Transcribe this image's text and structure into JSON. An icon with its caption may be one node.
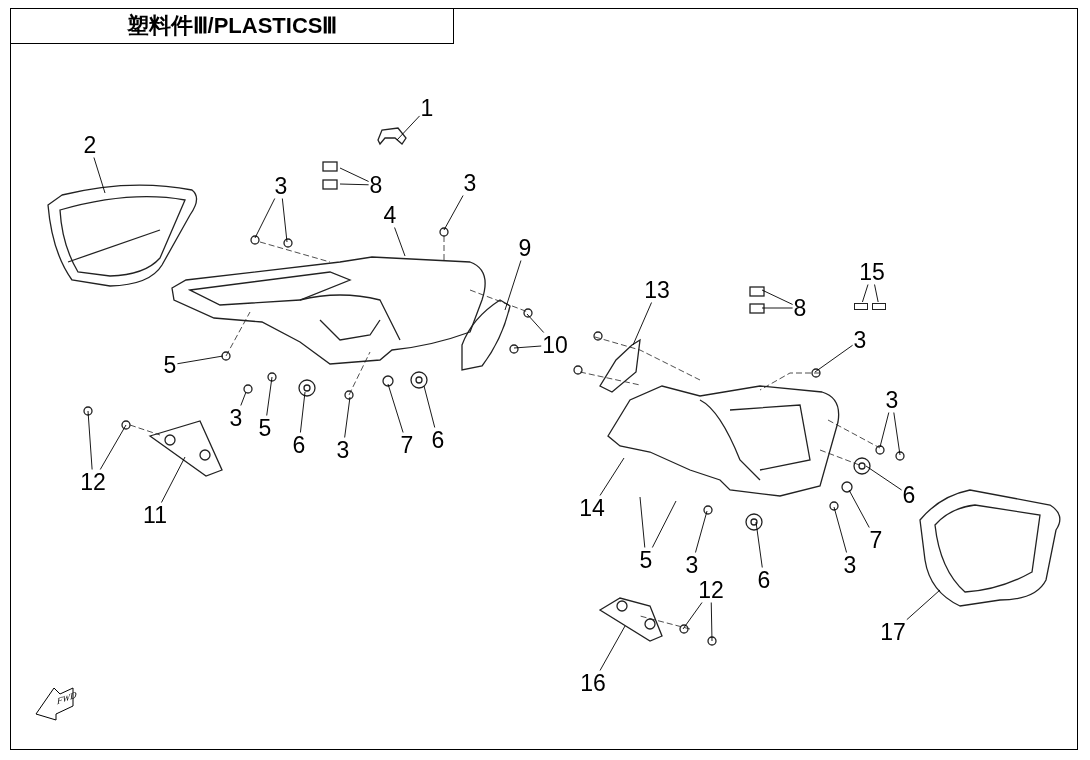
{
  "diagram": {
    "title": "塑料件Ⅲ/PLASTICSⅢ",
    "nodes": [
      {
        "text": [
          "1"
        ]
      },
      {
        "text": [
          "2"
        ]
      },
      {
        "text": [
          "3"
        ]
      },
      {
        "text": [
          "8"
        ]
      },
      {
        "text": [
          "3"
        ]
      },
      {
        "text": [
          "4"
        ]
      },
      {
        "text": [
          "9"
        ]
      },
      {
        "text": [
          "13"
        ]
      },
      {
        "text": [
          "15"
        ]
      },
      {
        "text": [
          "8"
        ]
      },
      {
        "text": [
          "3"
        ]
      },
      {
        "text": [
          "10"
        ]
      },
      {
        "text": [
          "5"
        ]
      },
      {
        "text": [
          "3"
        ]
      },
      {
        "text": [
          "5"
        ]
      },
      {
        "text": [
          "6"
        ]
      },
      {
        "text": [
          "3"
        ]
      },
      {
        "text": [
          "7"
        ]
      },
      {
        "text": [
          "6"
        ]
      },
      {
        "text": [
          "3"
        ]
      },
      {
        "text": [
          "12"
        ]
      },
      {
        "text": [
          "11"
        ]
      },
      {
        "text": [
          "14"
        ]
      },
      {
        "text": [
          "6"
        ]
      },
      {
        "text": [
          "5"
        ]
      },
      {
        "text": [
          "3"
        ]
      },
      {
        "text": [
          "6"
        ]
      },
      {
        "text": [
          "7"
        ]
      },
      {
        "text": [
          "3"
        ]
      },
      {
        "text": [
          "12"
        ]
      },
      {
        "text": [
          "17"
        ]
      },
      {
        "text": [
          "16"
        ]
      },
      {
        "text": [],
        "shape": "box"
      },
      {
        "text": [],
        "shape": "box"
      }
    ],
    "edges": [
      {
        "from": 0,
        "to": null,
        "arrow": "none"
      },
      {
        "from": 1,
        "to": null,
        "arrow": "none"
      },
      {
        "from": 2,
        "to": null,
        "arrow": "none"
      },
      {
        "from": 2,
        "to": null,
        "arrow": "none"
      },
      {
        "from": 3,
        "to": null,
        "arrow": "none"
      },
      {
        "from": 3,
        "to": null,
        "arrow": "none"
      },
      {
        "from": 4,
        "to": null,
        "arrow": "none"
      },
      {
        "from": 5,
        "to": null,
        "arrow": "none"
      },
      {
        "from": 6,
        "to": null,
        "arrow": "none"
      },
      {
        "from": 7,
        "to": null,
        "arrow": "none"
      },
      {
        "from": 8,
        "to": 32,
        "arrow": "none"
      },
      {
        "from": 8,
        "to": 33,
        "arrow": "none"
      },
      {
        "from": 9,
        "to": null,
        "arrow": "none"
      },
      {
        "from": 9,
        "to": null,
        "arrow": "none"
      },
      {
        "from": 10,
        "to": null,
        "arrow": "none"
      },
      {
        "from": 11,
        "to": null,
        "arrow": "none"
      },
      {
        "from": 11,
        "to": null,
        "arrow": "none"
      },
      {
        "from": 12,
        "to": null,
        "arrow": "none"
      },
      {
        "from": 13,
        "to": null,
        "arrow": "none"
      },
      {
        "from": 14,
        "to": null,
        "arrow": "none"
      },
      {
        "from": 15,
        "to": null,
        "arrow": "none"
      },
      {
        "from": 16,
        "to": null,
        "arrow": "none"
      },
      {
        "from": 17,
        "to": null,
        "arrow": "none"
      },
      {
        "from": 18,
        "to": null,
        "arrow": "none"
      },
      {
        "from": 19,
        "to": null,
        "arrow": "none"
      },
      {
        "from": 19,
        "to": null,
        "arrow": "none"
      },
      {
        "from": 20,
        "to": null,
        "arrow": "none"
      },
      {
        "from": 20,
        "to": null,
        "arrow": "none"
      },
      {
        "from": 21,
        "to": null,
        "arrow": "none"
      },
      {
        "from": 22,
        "to": null,
        "arrow": "none"
      },
      {
        "from": 23,
        "to": null,
        "arrow": "none"
      },
      {
        "from": 24,
        "to": null,
        "arrow": "none"
      },
      {
        "from": 24,
        "to": null,
        "arrow": "none"
      },
      {
        "from": 25,
        "to": null,
        "arrow": "none"
      },
      {
        "from": 26,
        "to": null,
        "arrow": "none"
      },
      {
        "from": 27,
        "to": null,
        "arrow": "none"
      },
      {
        "from": 28,
        "to": null,
        "arrow": "none"
      },
      {
        "from": 29,
        "to": null,
        "arrow": "none"
      },
      {
        "from": 29,
        "to": null,
        "arrow": "none"
      },
      {
        "from": 30,
        "to": null,
        "arrow": "none"
      },
      {
        "from": 31,
        "to": null,
        "arrow": "none"
      }
    ],
    "labels": [
      "FWD"
    ]
  }
}
